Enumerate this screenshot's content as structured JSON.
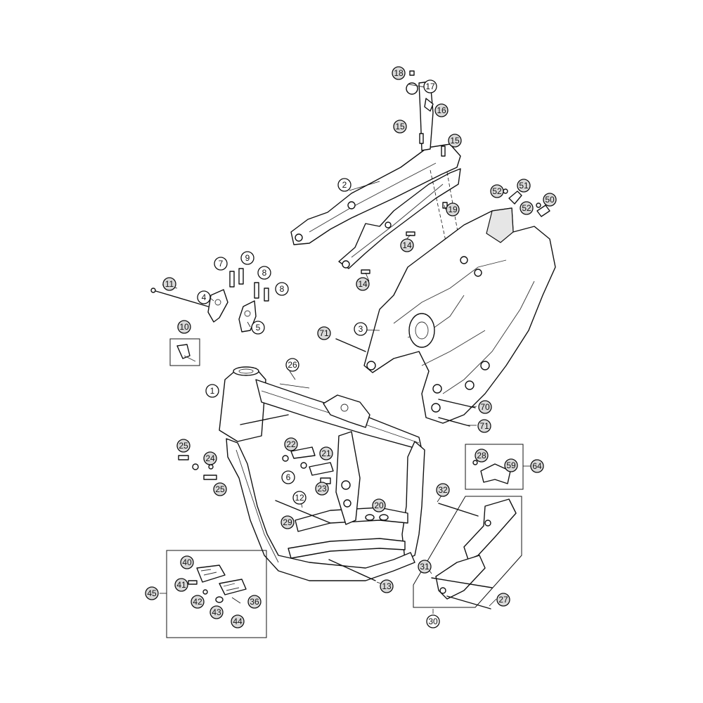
{
  "labels": {
    "c1": "1",
    "c2": "2",
    "c3": "3",
    "c4": "4",
    "c5": "5",
    "c6": "6",
    "c7": "7",
    "c8a": "8",
    "c8b": "8",
    "c9": "9",
    "c10": "10",
    "c11": "11",
    "c12": "12",
    "c13": "13",
    "c14a": "14",
    "c14b": "14",
    "c15a": "15",
    "c15b": "15",
    "c16": "16",
    "c17": "17",
    "c18": "18",
    "c19": "19",
    "c20": "20",
    "c21": "21",
    "c22": "22",
    "c23": "23",
    "c24": "24",
    "c25a": "25",
    "c25b": "25",
    "c26": "26",
    "c27": "27",
    "c28": "28",
    "c29": "29",
    "c30": "30",
    "c31": "31",
    "c32": "32",
    "c36": "36",
    "c40": "40",
    "c41": "41",
    "c42": "42",
    "c43": "43",
    "c44": "44",
    "c45": "45",
    "c50": "50",
    "c51": "51",
    "c52a": "52",
    "c52b": "52",
    "c59": "59",
    "c64": "64",
    "c70": "70",
    "c71a": "71",
    "c71b": "71"
  }
}
